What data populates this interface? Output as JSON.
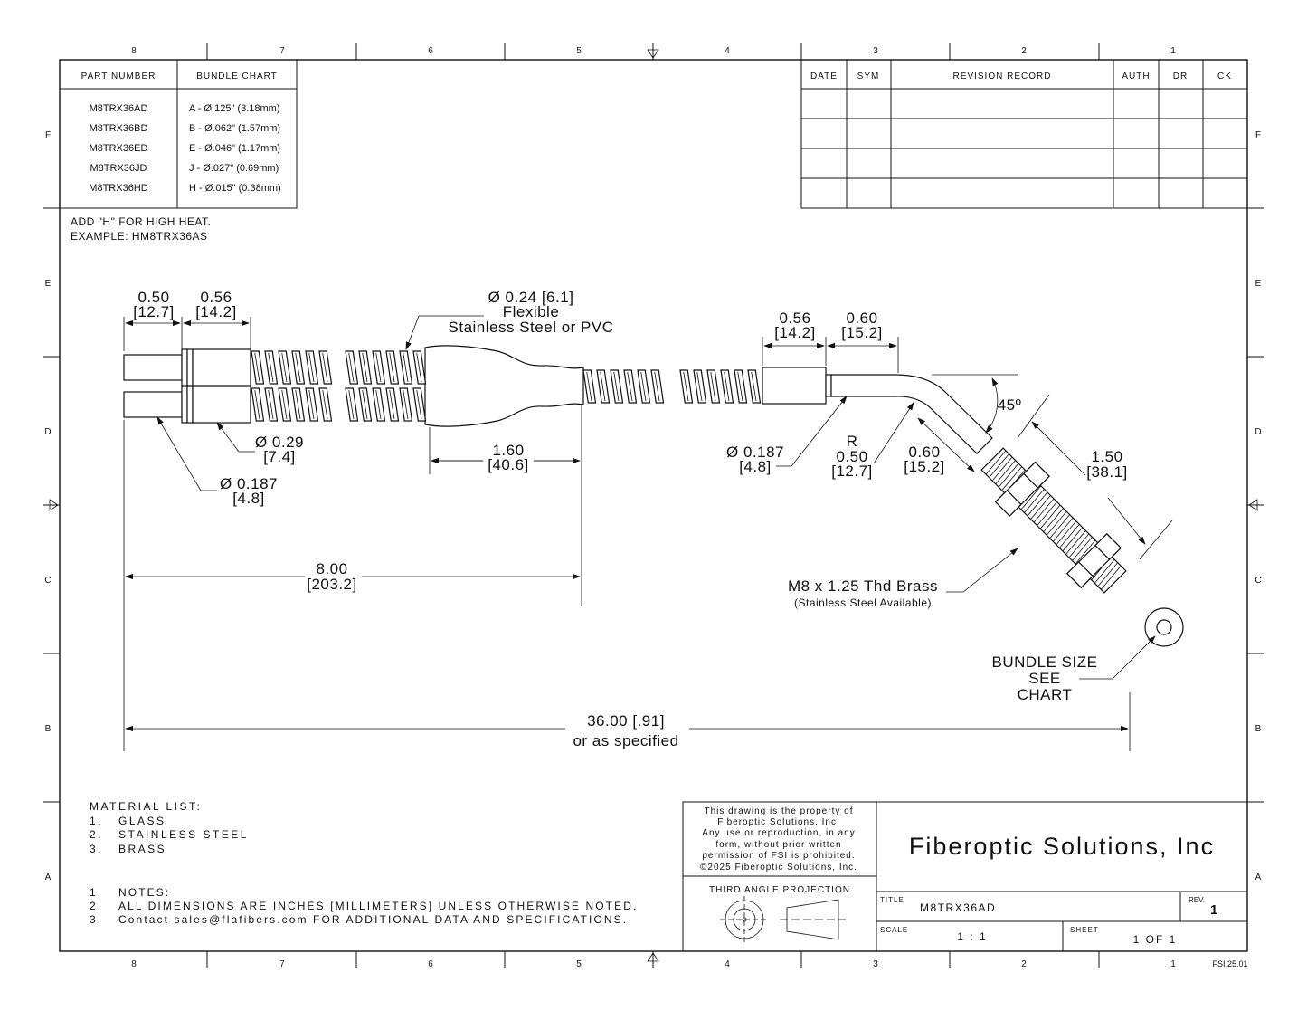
{
  "border": {
    "top_zones": [
      "8",
      "7",
      "6",
      "5",
      "4",
      "3",
      "2",
      "1"
    ],
    "bottom_zones": [
      "8",
      "7",
      "6",
      "5",
      "4",
      "3",
      "2",
      "1"
    ],
    "side_zones": [
      "F",
      "E",
      "D",
      "C",
      "B",
      "A"
    ],
    "doc_code": "FSI.25.01"
  },
  "bundle_table": {
    "headers": [
      "PART NUMBER",
      "BUNDLE CHART"
    ],
    "rows": [
      {
        "part": "M8TRX36AD",
        "bundle": "A - Ø.125\" (3.18mm)"
      },
      {
        "part": "M8TRX36BD",
        "bundle": "B - Ø.062\" (1.57mm)"
      },
      {
        "part": "M8TRX36ED",
        "bundle": "E - Ø.046\" (1.17mm)"
      },
      {
        "part": "M8TRX36JD",
        "bundle": "J  - Ø.027\" (0.69mm)"
      },
      {
        "part": "M8TRX36HD",
        "bundle": "H - Ø.015\" (0.38mm)"
      }
    ]
  },
  "revision_table": {
    "headers": [
      "DATE",
      "SYM",
      "REVISION RECORD",
      "AUTH",
      "DR",
      "CK"
    ]
  },
  "high_heat_note": {
    "line1": "ADD \"H\" FOR HIGH HEAT.",
    "line2": "EXAMPLE: HM8TRX36AS"
  },
  "dimensions": {
    "d1_in": "0.50",
    "d1_mm": "[12.7]",
    "d2_in": "0.56",
    "d2_mm": "[14.2]",
    "sheath_l1": "Ø 0.24 [6.1]",
    "sheath_l2": "Flexible",
    "sheath_l3": "Stainless Steel or PVC",
    "tip_l1": "Ø 0.29",
    "tip_l2": "[7.4]",
    "ferrule_l1": "Ø 0.187",
    "ferrule_l2": "[4.8]",
    "breakout_in": "1.60",
    "breakout_mm": "[40.6]",
    "leg_in": "8.00",
    "leg_mm": "[203.2]",
    "r_in": "0.56",
    "r_mm": "[14.2]",
    "r2_in": "0.60",
    "r2_mm": "[15.2]",
    "angle": "45º",
    "probe_l1": "Ø 0.187",
    "probe_l2": "[4.8]",
    "radius_l1": "R",
    "radius_l2": "0.50",
    "radius_l3": "[12.7]",
    "bend_l1": "0.60",
    "bend_l2": "[15.2]",
    "thread_in": "1.50",
    "thread_mm": "[38.1]",
    "thread_label": "M8 x 1.25 Thd Brass",
    "thread_sub": "(Stainless Steel Available)",
    "bundle_l1": "BUNDLE SIZE",
    "bundle_l2": "SEE",
    "bundle_l3": "CHART",
    "overall_l1": "36.00 [.91]",
    "overall_l2": "or as specified"
  },
  "materials": {
    "title": "MATERIAL LIST:",
    "items": [
      {
        "num": "1.",
        "text": "GLASS"
      },
      {
        "num": "2.",
        "text": "STAINLESS STEEL"
      },
      {
        "num": "3.",
        "text": "BRASS"
      }
    ]
  },
  "notes": {
    "items": [
      {
        "num": "1.",
        "text": "NOTES:"
      },
      {
        "num": "2.",
        "text": "ALL DIMENSIONS ARE INCHES [MILLIMETERS] UNLESS OTHERWISE NOTED."
      },
      {
        "num": "3.",
        "text": "Contact sales@flafibers.com FOR ADDITIONAL DATA AND SPECIFICATIONS."
      }
    ]
  },
  "title_block": {
    "property": [
      "This drawing is the property of",
      "Fiberoptic Solutions, Inc.",
      "Any use or reproduction, in any",
      "form, without prior written",
      "permission of FSI is prohibited.",
      "©2025 Fiberoptic Solutions, Inc."
    ],
    "projection": "THIRD ANGLE PROJECTION",
    "company": "Fiberoptic Solutions, Inc",
    "title_label": "TITLE",
    "title_value": "M8TRX36AD",
    "rev_label": "REV.",
    "rev_value": "1",
    "scale_label": "SCALE",
    "scale_value": "1 : 1",
    "sheet_label": "SHEET",
    "sheet_value": "1  OF 1"
  }
}
